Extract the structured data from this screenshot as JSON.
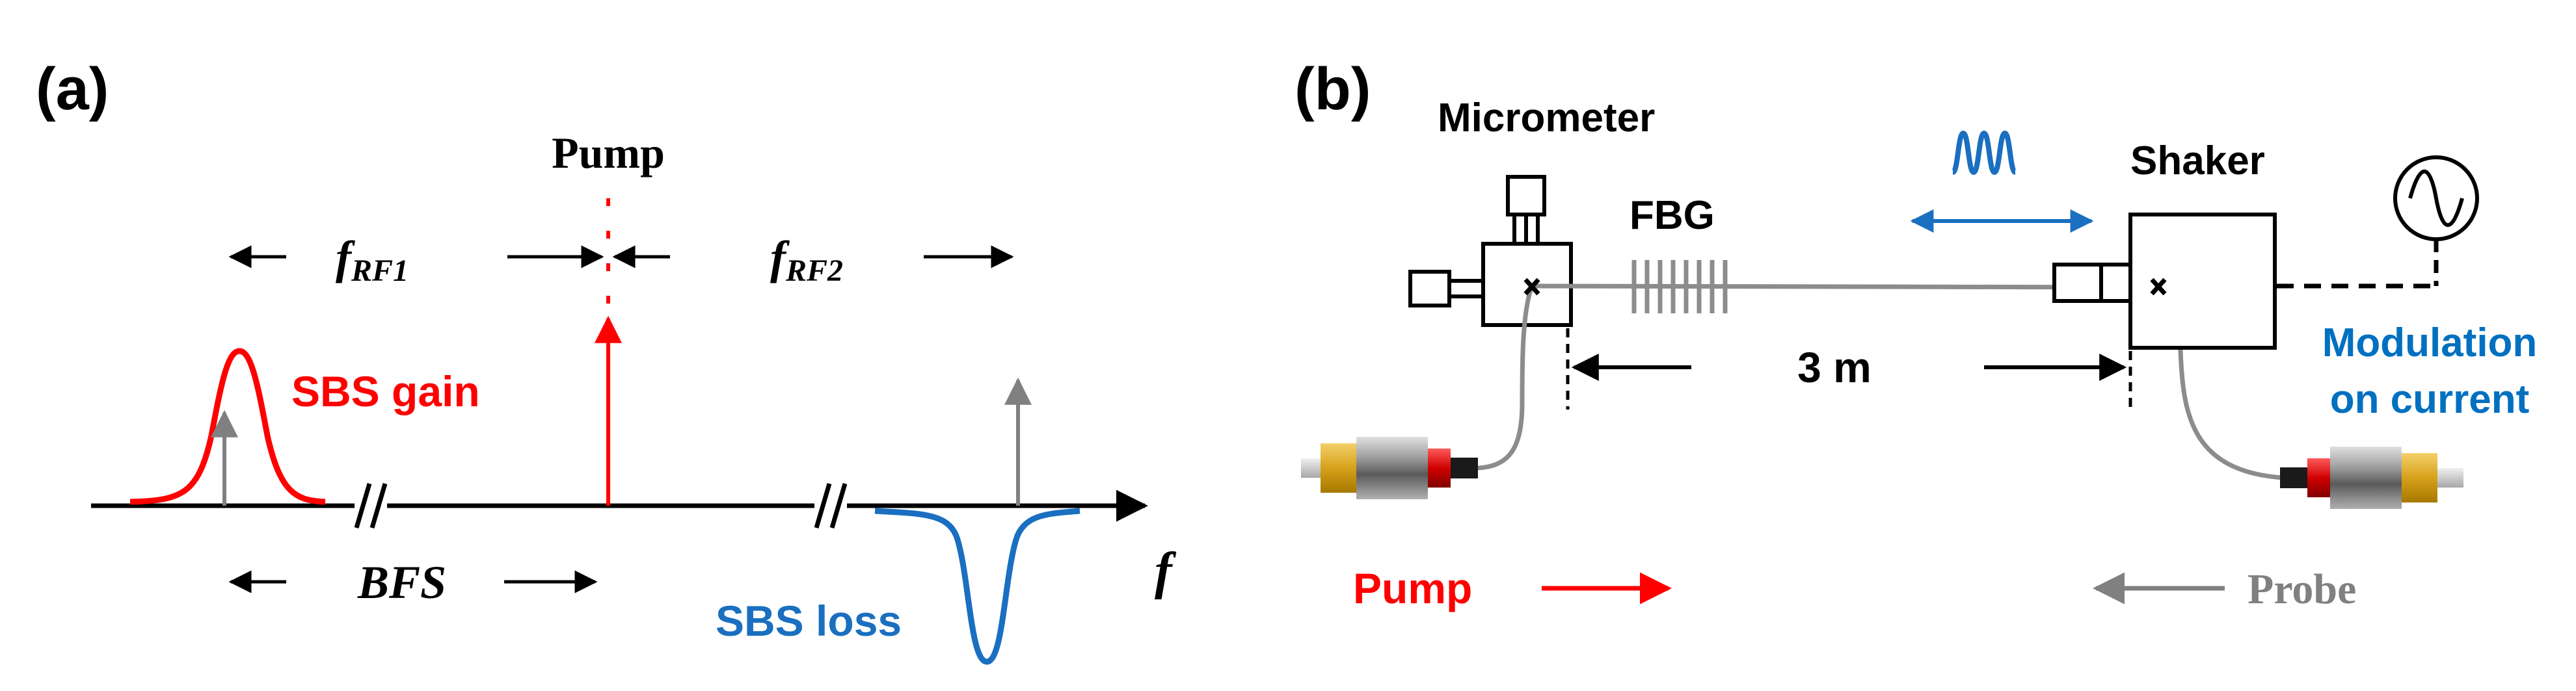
{
  "panel_a": {
    "tag": "(a)",
    "pump_label": "Pump",
    "f_rf1": {
      "main": "f",
      "sub": "RF1"
    },
    "f_rf2": {
      "main": "f",
      "sub": "RF2"
    },
    "sbs_gain_label": "SBS gain",
    "sbs_loss_label": "SBS loss",
    "bfs_label": "BFS",
    "axis_label": "f"
  },
  "panel_b": {
    "tag": "(b)",
    "micrometer_label": "Micrometer",
    "fbg_label": "FBG",
    "shaker_label": "Shaker",
    "distance_label": "3 m",
    "modulation_line1": "Modulation",
    "modulation_line2": "on current",
    "pump_label": "Pump",
    "probe_label": "Probe"
  },
  "colors": {
    "pump_red": "#ff0000",
    "loss_blue": "#1a6fc0",
    "modulation_blue": "#0070c0",
    "probe_gray": "#808080",
    "text_black": "#000000"
  }
}
